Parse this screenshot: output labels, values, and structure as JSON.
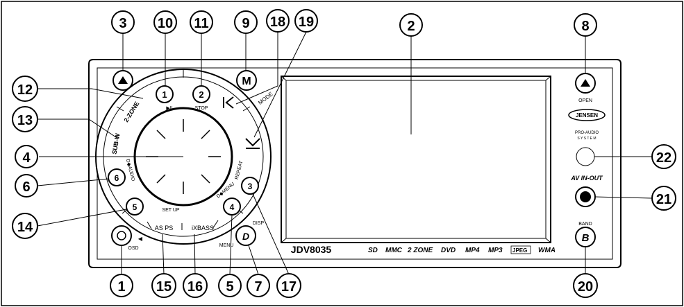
{
  "callouts": [
    {
      "n": "1"
    },
    {
      "n": "2"
    },
    {
      "n": "3"
    },
    {
      "n": "4"
    },
    {
      "n": "5"
    },
    {
      "n": "6"
    },
    {
      "n": "7"
    },
    {
      "n": "8"
    },
    {
      "n": "9"
    },
    {
      "n": "10"
    },
    {
      "n": "11"
    },
    {
      "n": "12"
    },
    {
      "n": "13"
    },
    {
      "n": "14"
    },
    {
      "n": "15"
    },
    {
      "n": "16"
    },
    {
      "n": "17"
    },
    {
      "n": "18"
    },
    {
      "n": "19"
    },
    {
      "n": "20"
    },
    {
      "n": "21"
    },
    {
      "n": "22"
    }
  ],
  "panel": {
    "model": "JDV8035",
    "formats": [
      "SD",
      "MMC",
      "2 ZONE",
      "DVD",
      "MP4",
      "MP3",
      "JPEG",
      "WMA"
    ],
    "brand": "JENSEN",
    "pro_audio": "PRO-AUDIO",
    "pro_audio_sub": "S Y S T E M",
    "av_in_out": "AV IN-OUT",
    "open_label": "OPEN",
    "band_label": "BAND",
    "band_key": "B",
    "disp_label": "DISP",
    "menu_label": "MENU",
    "mode_label": "MODE",
    "stop_label": "STOP",
    "play_pause_label": "▶II",
    "repeat_label": "REPEAT",
    "d_menu_label": "D◆MENU",
    "d_audio_label": "D◆AUDIO",
    "setup_label": "SET UP",
    "as_ps_label": "AS PS",
    "ixbass_label": "iXBASS",
    "osd_label": "OSD",
    "two_zone_label": "2-ZONE",
    "subw_label": "SUB-W",
    "mode_key": "M",
    "key_1": "1",
    "key_2": "2",
    "key_3": "3",
    "key_4": "4",
    "key_5": "5",
    "key_6": "6"
  }
}
